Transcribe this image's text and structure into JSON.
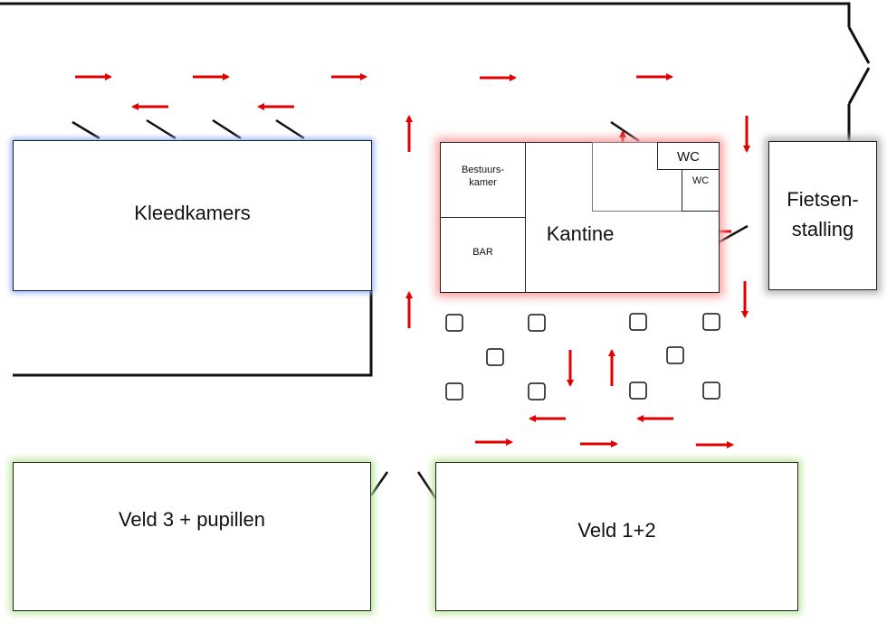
{
  "areas": {
    "kleedkamers": "Kleedkamers",
    "kantine": "Kantine",
    "bestuurskamer": "Bestuurs-\nkamer",
    "bar": "BAR",
    "wc_large": "WC",
    "wc_small": "WC",
    "fietsenstalling": "Fietsen-\nstalling",
    "veld_3": "Veld 3 + pupillen",
    "veld_12": "Veld 1+2"
  },
  "colors": {
    "arrow": "#e00000",
    "outline": "#111111",
    "glow_kleedkamers": "#8fb0ff",
    "glow_kantine": "#ff9a9a",
    "glow_velden": "#b9e79a",
    "glow_fietsenstalling": "#b5b5b5"
  }
}
